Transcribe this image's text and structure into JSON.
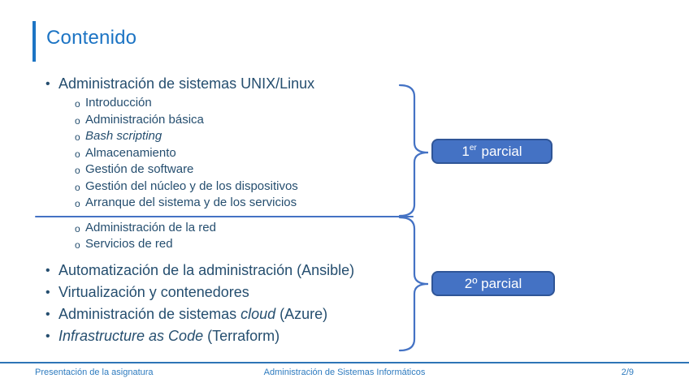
{
  "slide": {
    "title": "Contenido",
    "footer": {
      "left": "Presentación de la asignatura",
      "center": "Administración de Sistemas Informáticos",
      "page": "2/9"
    }
  },
  "content": {
    "items": [
      {
        "marker": "•",
        "pre": "Administración de sistemas UNIX/Linux",
        "it": "",
        "post": ""
      },
      {
        "marker": "o",
        "pre": "Introducción",
        "it": "",
        "post": ""
      },
      {
        "marker": "o",
        "pre": "Administración básica",
        "it": "",
        "post": ""
      },
      {
        "marker": "o",
        "pre": "",
        "it": "Bash scripting",
        "post": ""
      },
      {
        "marker": "o",
        "pre": "Almacenamiento",
        "it": "",
        "post": ""
      },
      {
        "marker": "o",
        "pre": "Gestión de software",
        "it": "",
        "post": ""
      },
      {
        "marker": "o",
        "pre": "Gestión del núcleo y de los dispositivos",
        "it": "",
        "post": ""
      },
      {
        "marker": "o",
        "pre": "Arranque del sistema y de los servicios",
        "it": "",
        "post": ""
      },
      {
        "marker": "o",
        "pre": "Administración de la red",
        "it": "",
        "post": ""
      },
      {
        "marker": "o",
        "pre": "Servicios de red",
        "it": "",
        "post": ""
      },
      {
        "marker": "•",
        "pre": "Automatización de la administración (Ansible)",
        "it": "",
        "post": ""
      },
      {
        "marker": "•",
        "pre": "Virtualización y contenedores",
        "it": "",
        "post": ""
      },
      {
        "marker": "•",
        "pre": "Administración de sistemas ",
        "it": "cloud",
        "post": " (Azure)"
      },
      {
        "marker": "•",
        "pre": "",
        "it": "Infrastructure as Code",
        "post": " (Terraform)"
      }
    ]
  },
  "labels": {
    "first": {
      "num": "1",
      "sup": "er",
      "rest": " parcial"
    },
    "second": {
      "text": "2º parcial"
    }
  },
  "colors": {
    "accent": "#1C74C4",
    "text": "#254E6F",
    "shape": "#4472C4",
    "shape-border": "#2F5597",
    "footer-text": "#2E7BBF",
    "footer-line": "#2E75B6"
  }
}
